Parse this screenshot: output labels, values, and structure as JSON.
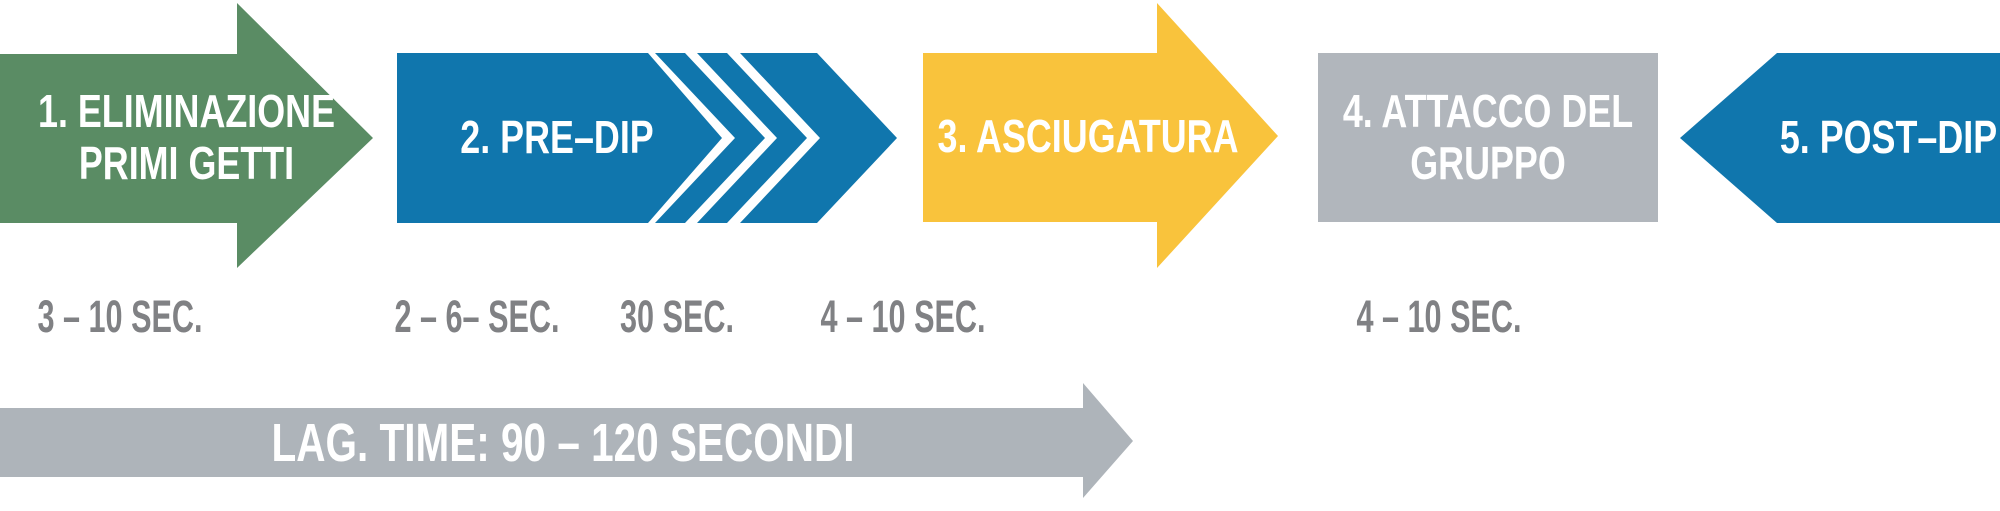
{
  "background": "#ffffff",
  "title_text_color": "#ffffff",
  "time_label_color": "#808184",
  "steps": [
    {
      "id": "eliminazione-primi-getti",
      "title_line1": "1. ELIMINAZIONE",
      "title_line2": "PRIMI GETTI",
      "time": "3 – 10 SEC.",
      "color": "#5a8c64"
    },
    {
      "id": "pre-dip",
      "title_line1": "2. PRE–DIP",
      "time": "2 – 6– SEC.",
      "time_chevrons": "30 SEC.",
      "color": "#1076ad"
    },
    {
      "id": "asciugatura",
      "title_line1": "3. ASCIUGATURA",
      "time": "4 – 10 SEC.",
      "color": "#f9c33c"
    },
    {
      "id": "attacco-del-gruppo",
      "title_line1": "4. ATTACCO DEL",
      "title_line2": "GRUPPO",
      "time": "4 – 10 SEC.",
      "color": "#b1b6bc"
    },
    {
      "id": "post-dip",
      "title_line1": "5. POST–DIP",
      "color": "#1076ad"
    }
  ],
  "lag_arrow": {
    "label": "LAG. TIME: 90 – 120 SECONDI",
    "bar_color": "#aeb4ba",
    "text_color": "#ffffff"
  }
}
